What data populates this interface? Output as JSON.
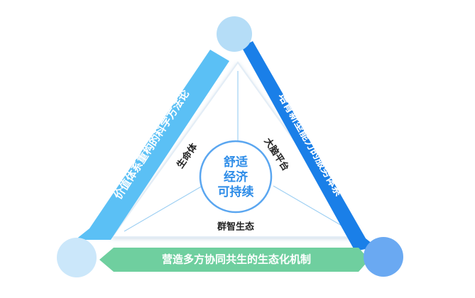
{
  "banners": {
    "left": "价值体系重构的科学方法论",
    "right": "培育新型能力的服务体系",
    "bottom": "营造多方协同共生的生态化机制"
  },
  "inner_labels": {
    "left": "生命体",
    "right": "大脑平台",
    "bottom": "群智生态"
  },
  "center": {
    "line1": "舒适",
    "line2": "经济",
    "line3": "可持续"
  },
  "colors": {
    "left_banner": "#5bc0f5",
    "right_banner": "#1a7fe8",
    "bottom_banner": "#6fcf9f",
    "top_node": "#b5ddf7",
    "left_node": "#cbe7fa",
    "right_node": "#6aa9f2",
    "center_ring": "#5aa6f0"
  }
}
